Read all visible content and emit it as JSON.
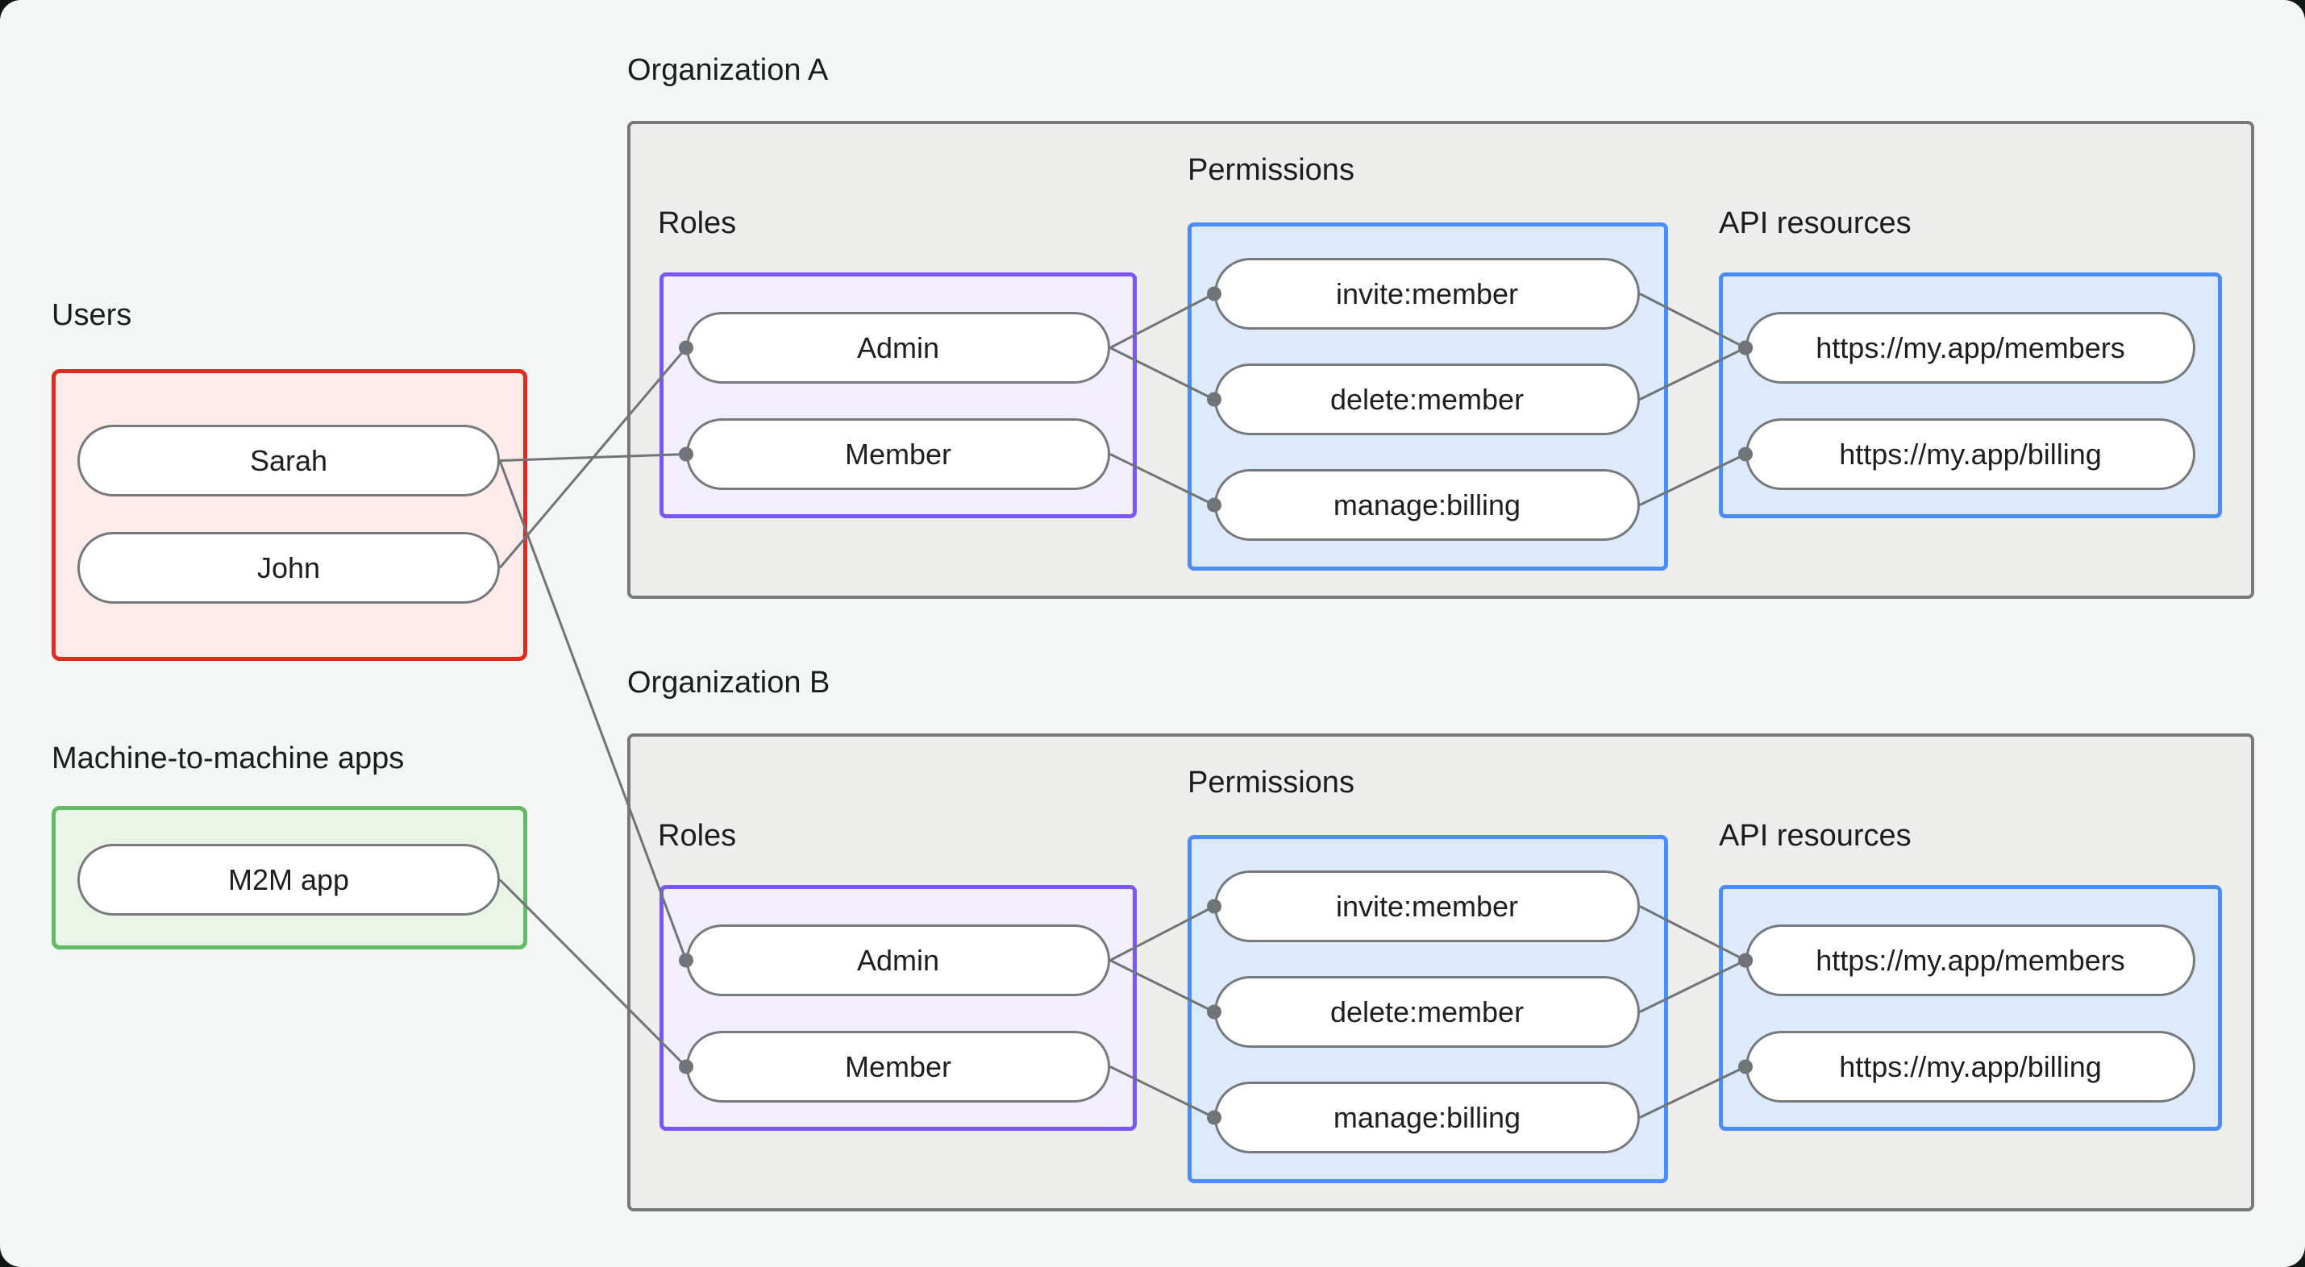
{
  "palette": {
    "page_background": "#f4f6f5",
    "outside_corner": "#101613",
    "connector_line": "#6f7478",
    "connector_dot": "#6f7478",
    "node_fill": "#ffffff",
    "node_border": "#75797c",
    "text": "#1c1f22",
    "org_box_fill": "#ededec",
    "org_box_border": "#75797b",
    "users_box_border": "#e02b20",
    "users_box_fill": "#fcebe8",
    "m2m_box_border": "#61ba64",
    "m2m_box_fill": "#e9f4e7",
    "roles_box_border": "#7a55f7",
    "roles_box_fill": "#f2eefe",
    "permissions_box_border": "#4a8df6",
    "permissions_box_fill": "#ddeafc"
  },
  "users": {
    "label": "Users",
    "items": [
      "Sarah",
      "John"
    ]
  },
  "m2m": {
    "label": "Machine-to-machine apps",
    "items": [
      "M2M app"
    ]
  },
  "orgs": [
    {
      "label": "Organization A",
      "roles_label": "Roles",
      "permissions_label": "Permissions",
      "api_label": "API resources",
      "roles": [
        "Admin",
        "Member"
      ],
      "permissions": [
        "invite:member",
        "delete:member",
        "manage:billing"
      ],
      "api_resources": [
        "https://my.app/members",
        "https://my.app/billing"
      ]
    },
    {
      "label": "Organization B",
      "roles_label": "Roles",
      "permissions_label": "Permissions",
      "api_label": "API resources",
      "roles": [
        "Admin",
        "Member"
      ],
      "permissions": [
        "invite:member",
        "delete:member",
        "manage:billing"
      ],
      "api_resources": [
        "https://my.app/members",
        "https://my.app/billing"
      ]
    }
  ],
  "edges": [
    {
      "from": "user-sarah",
      "to": "orgA-role-member"
    },
    {
      "from": "user-john",
      "to": "orgA-role-admin"
    },
    {
      "from": "user-sarah",
      "to": "orgB-role-admin"
    },
    {
      "from": "m2m-app",
      "to": "orgB-role-member"
    },
    {
      "from": "orgA-role-admin",
      "to": "orgA-perm-invite"
    },
    {
      "from": "orgA-role-admin",
      "to": "orgA-perm-delete"
    },
    {
      "from": "orgA-role-member",
      "to": "orgA-perm-manage"
    },
    {
      "from": "orgA-perm-invite",
      "to": "orgA-api-members"
    },
    {
      "from": "orgA-perm-delete",
      "to": "orgA-api-members"
    },
    {
      "from": "orgA-perm-manage",
      "to": "orgA-api-billing"
    },
    {
      "from": "orgB-role-admin",
      "to": "orgB-perm-invite"
    },
    {
      "from": "orgB-role-admin",
      "to": "orgB-perm-delete"
    },
    {
      "from": "orgB-role-member",
      "to": "orgB-perm-manage"
    },
    {
      "from": "orgB-perm-invite",
      "to": "orgB-api-members"
    },
    {
      "from": "orgB-perm-delete",
      "to": "orgB-api-members"
    },
    {
      "from": "orgB-perm-manage",
      "to": "orgB-api-billing"
    }
  ]
}
